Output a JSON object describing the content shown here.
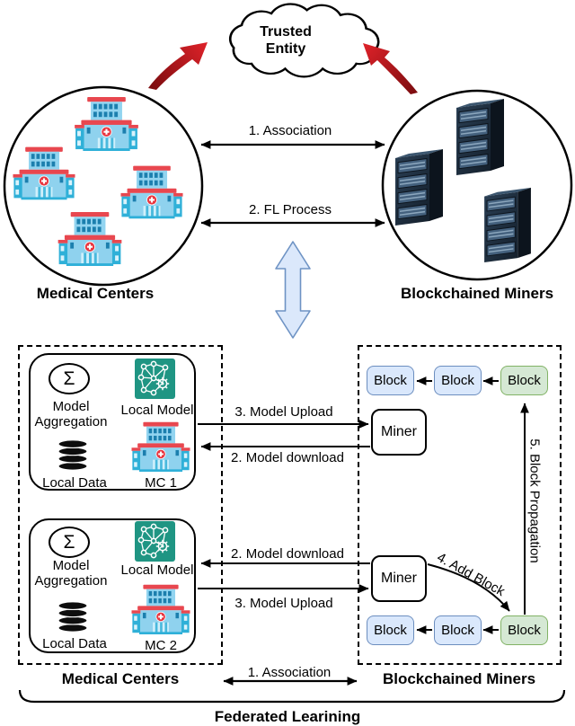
{
  "top_section": {
    "trusted_entity_label": "Trusted Entity",
    "medical_centers_label": "Medical Centers",
    "blockchained_miners_label": "Blockchained Miners",
    "arrows": {
      "association": "1. Association",
      "fl_process": "2. FL Process"
    }
  },
  "bottom_section": {
    "medical_centers": {
      "label": "Medical Centers",
      "clients": [
        {
          "name": "MC 1",
          "aggregation_symbol": "Σ",
          "model_aggregation_label": "Model Aggregation",
          "local_model_label": "Local Model",
          "local_data_label": "Local Data"
        },
        {
          "name": "MC 2",
          "aggregation_symbol": "Σ",
          "model_aggregation_label": "Model Aggregation",
          "local_model_label": "Local Model",
          "local_data_label": "Local Data"
        }
      ]
    },
    "blockchained_miners": {
      "label": "Blockchained Miners",
      "miners": [
        {
          "label": "Miner"
        },
        {
          "label": "Miner"
        }
      ],
      "chain_top": [
        {
          "label": "Block",
          "type": "blue"
        },
        {
          "label": "Block",
          "type": "blue"
        },
        {
          "label": "Block",
          "type": "green"
        }
      ],
      "chain_bottom": [
        {
          "label": "Block",
          "type": "blue"
        },
        {
          "label": "Block",
          "type": "blue"
        },
        {
          "label": "Block",
          "type": "green"
        }
      ]
    },
    "arrows": {
      "mc1_model_upload": "3. Model Upload",
      "mc1_model_download": "2. Model download",
      "mc2_model_download": "2. Model download",
      "mc2_model_upload": "3. Model Upload",
      "add_block": "4. Add Block",
      "block_propagation": "5. Block Propagation",
      "association": "1. Association"
    },
    "federated_learning_label": "Federated Learining"
  },
  "colors": {
    "block_blue_fill": "#dae8fc",
    "block_blue_stroke": "#6c8ebf",
    "block_green_fill": "#d5e8d4",
    "block_green_stroke": "#82b366",
    "sync_arrow_fill": "#dbe8fb",
    "sync_arrow_stroke": "#6e93c4",
    "red_arrow_dark": "#7e0d10",
    "red_arrow_bright": "#da2128",
    "hospital_roof": "#e8474f",
    "hospital_body": "#8fd2ee",
    "hospital_wing": "#2fb0d8",
    "model_icon_bg": "#1f9583"
  }
}
